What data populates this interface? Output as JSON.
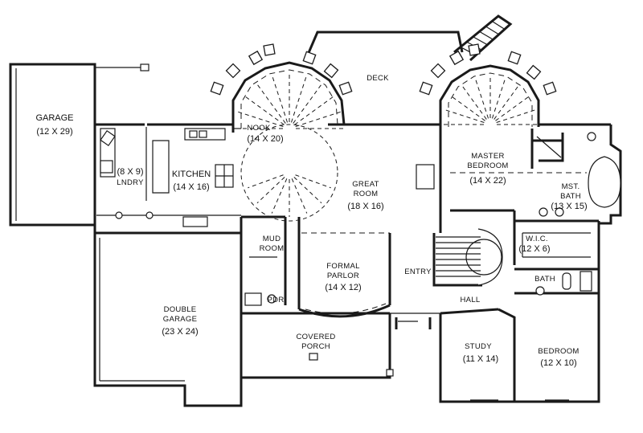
{
  "rooms": {
    "garage": {
      "name": "GARAGE",
      "size": "(12 X 29)"
    },
    "laundry": {
      "size": "(8 X 9)",
      "name": "LNDRY"
    },
    "kitchen": {
      "name": "KITCHEN",
      "size": "(14 X 16)"
    },
    "nook": {
      "name": "NOOK",
      "size": "(14 X 20)"
    },
    "deck": {
      "name": "DECK"
    },
    "great_room": {
      "name": "GREAT",
      "name2": "ROOM",
      "size": "(18 X 16)"
    },
    "master_bedroom": {
      "name": "MASTER",
      "name2": "BEDROOM",
      "size": "(14 X 22)"
    },
    "master_bath": {
      "name": "MST.",
      "name2": "BATH",
      "size": "(13 X 15)"
    },
    "wic": {
      "name": "W.I.C.",
      "size": "(12 X 6)"
    },
    "bath": {
      "name": "BATH"
    },
    "mud_room": {
      "name": "MUD",
      "name2": "ROOM"
    },
    "formal_parlor": {
      "name": "FORMAL",
      "name2": "PARLOR",
      "size": "(14 X 12)"
    },
    "entry": {
      "name": "ENTRY"
    },
    "hall": {
      "name": "HALL"
    },
    "pwdr": {
      "name": "PDR"
    },
    "double_garage": {
      "name": "DOUBLE",
      "name2": "GARAGE",
      "size": "(23 X 24)"
    },
    "covered_porch": {
      "name": "COVERED",
      "name2": "PORCH"
    },
    "study": {
      "name": "STUDY",
      "size": "(11 X 14)"
    },
    "bedroom": {
      "name": "BEDROOM",
      "size": "(12 X 10)"
    }
  }
}
